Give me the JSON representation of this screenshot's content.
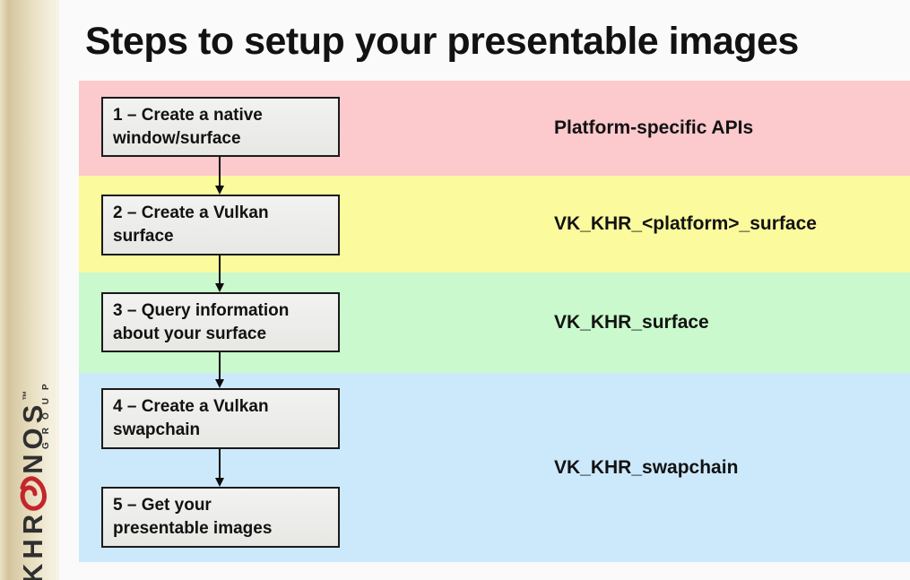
{
  "slide": {
    "title": "Steps to setup your presentable images",
    "background_color": "#fafafa"
  },
  "logo": {
    "brand_prefix": "KHR",
    "brand_suffix": "NOS",
    "trademark": "™",
    "subtext": "GROUP",
    "swirl_icon": "khronos-swirl-icon",
    "swirl_color": "#c4252c",
    "text_color": "#2f2f2f",
    "strip_color": "#e3d8b8"
  },
  "flow": {
    "steps": [
      {
        "id": 1,
        "lines": [
          "1 – Create a native",
          "window/surface"
        ]
      },
      {
        "id": 2,
        "lines": [
          "2 – Create a Vulkan",
          "surface"
        ]
      },
      {
        "id": 3,
        "lines": [
          "3 – Query information",
          "about your surface"
        ]
      },
      {
        "id": 4,
        "lines": [
          "4 – Create a Vulkan",
          "swapchain"
        ]
      },
      {
        "id": 5,
        "lines": [
          "5 – Get your",
          "presentable images"
        ]
      }
    ],
    "box_fill": "#ededeb",
    "box_border": "#1a1a1a",
    "arrow_color": "#0d0d0d"
  },
  "bands": [
    {
      "label": "Platform-specific APIs",
      "color": "#fcc9cd"
    },
    {
      "label": "VK_KHR_<platform>_surface",
      "color": "#fbfa9c"
    },
    {
      "label": "VK_KHR_surface",
      "color": "#c9f9cc"
    },
    {
      "label": "VK_KHR_swapchain",
      "color": "#cce9fc"
    }
  ]
}
